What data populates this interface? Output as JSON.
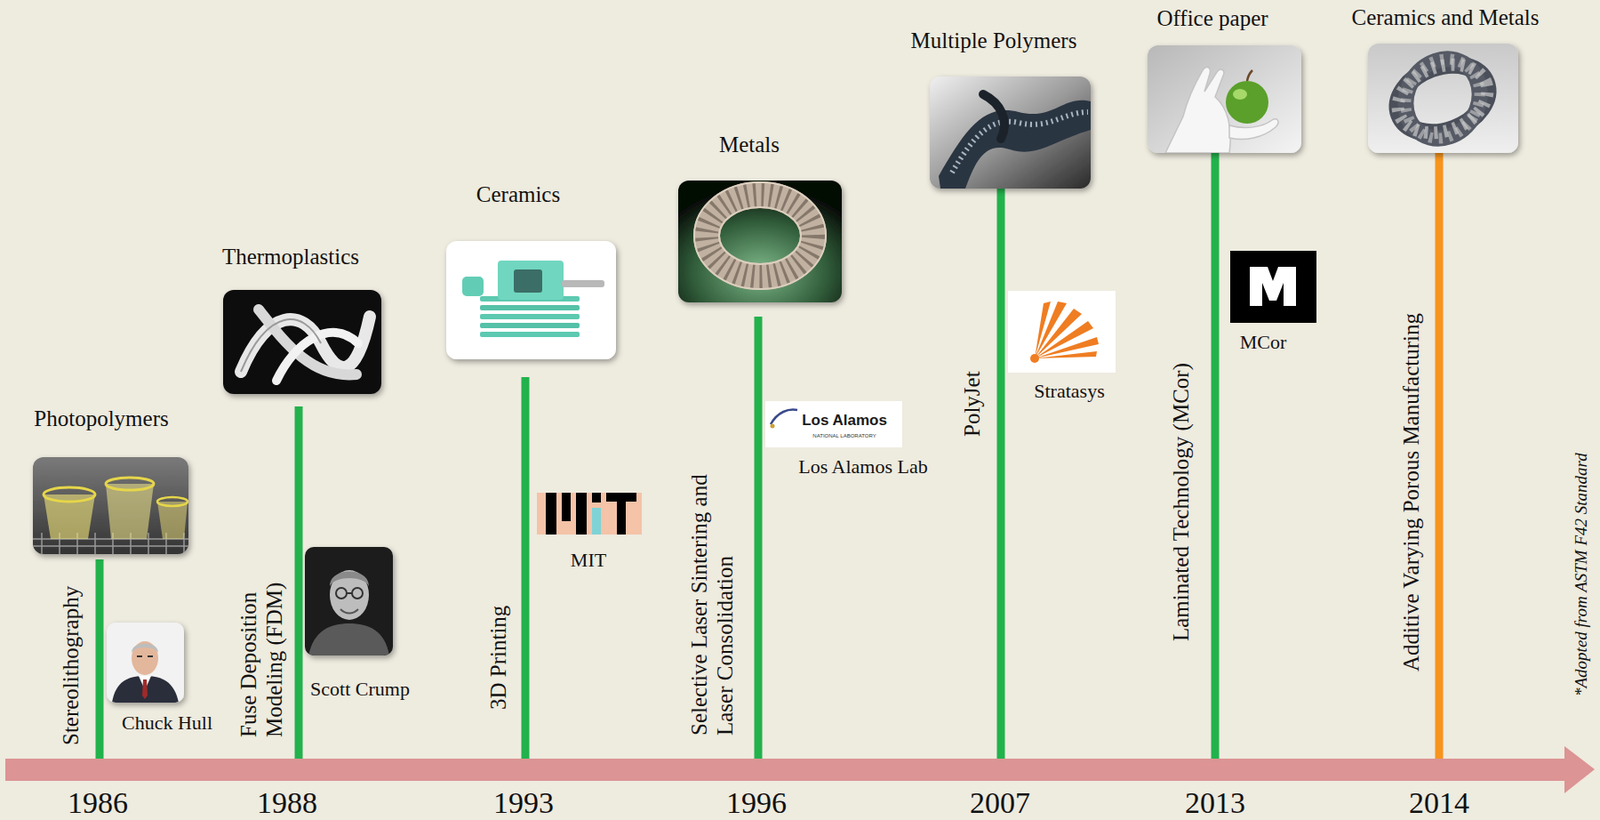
{
  "diagram": {
    "labels": [
      "Photopolymers",
      "Stereolithography",
      "Chuck Hull",
      "1986",
      "Thermoplastics",
      "Fuse Deposition Modeling (FDM)",
      "Scott Crump",
      "1988",
      "Ceramics",
      "3D Printing",
      "MIT",
      "1993",
      "Metals",
      "Selective Laser Sintering and Laser Consolidation",
      "Los Alamos",
      "NATIONAL LABORATORY",
      "Los Alamos Lab",
      "1996",
      "Multiple Polymers",
      "PolyJet",
      "Stratasys",
      "2007",
      "Office paper",
      "Laminated Technology (MCor)",
      "MCor",
      "2013",
      "Ceramics and Metals",
      "Additive Varying Porous Manufacturing",
      "2014",
      "*Adopted from ASTM F42 Standard"
    ]
  }
}
